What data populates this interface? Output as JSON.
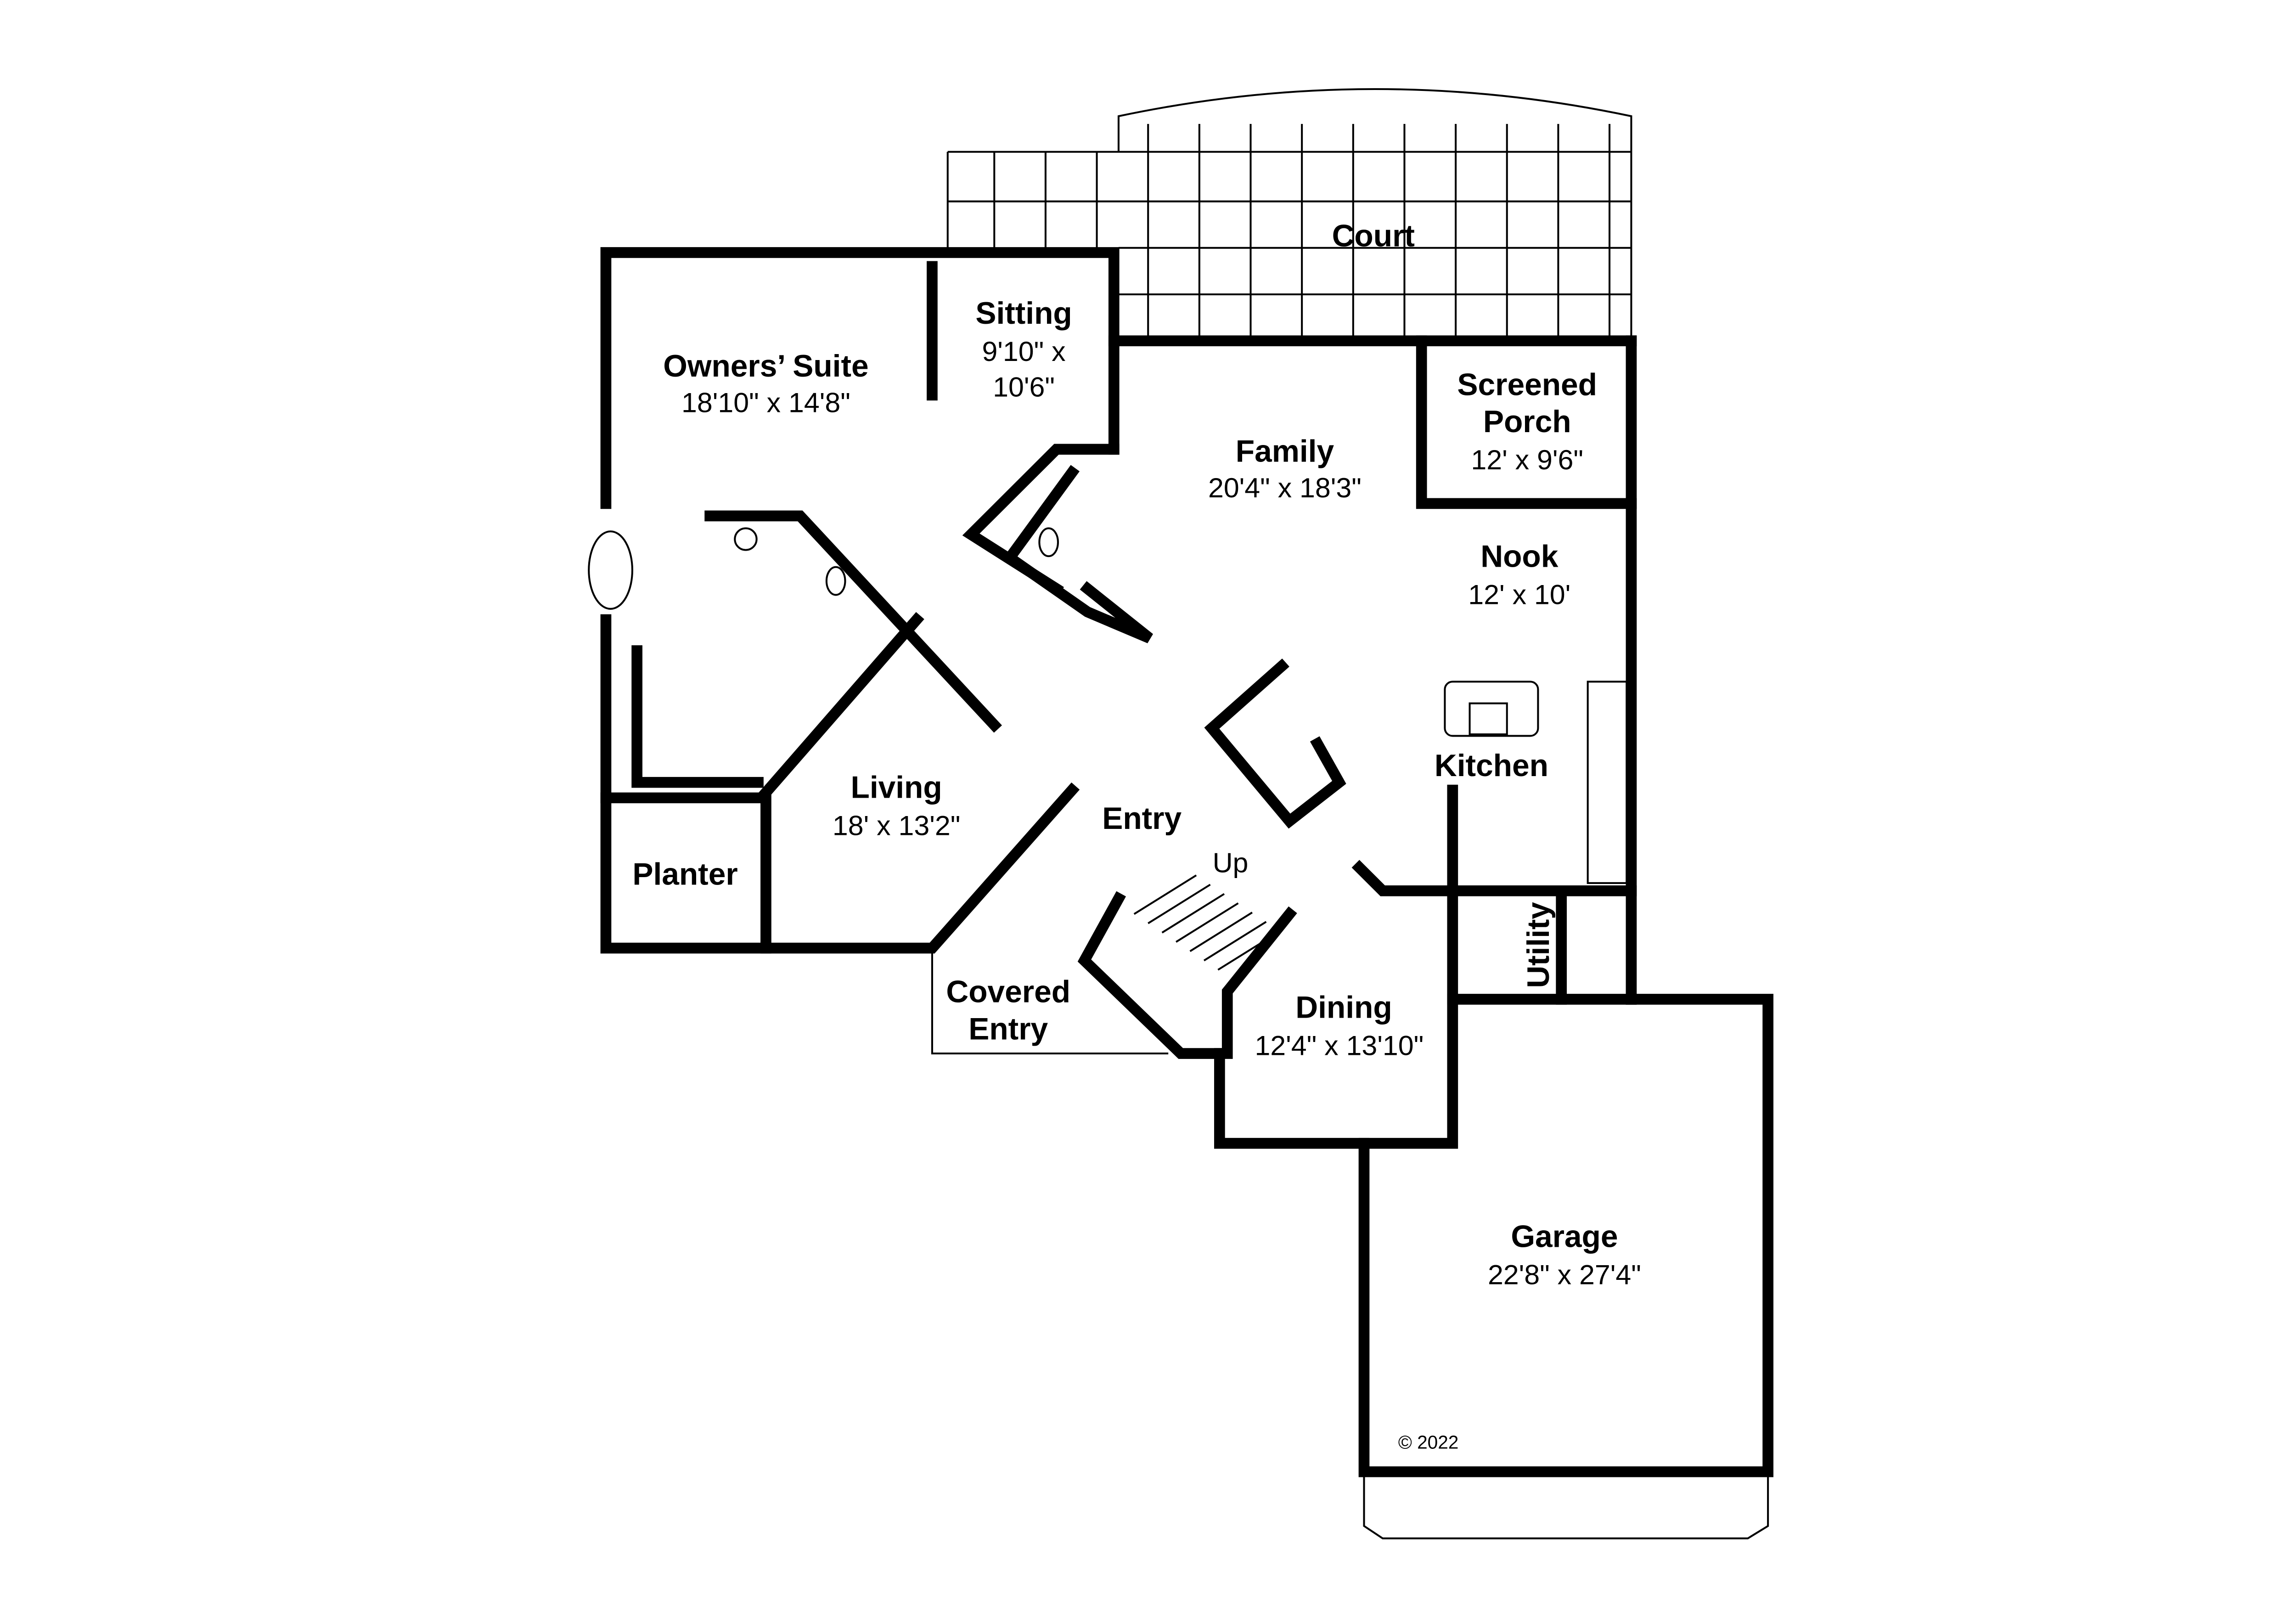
{
  "plan": {
    "rooms": {
      "court": {
        "name": "Court"
      },
      "owners_suite": {
        "name": "Owners’ Suite",
        "size": "18'10\" x 14'8\""
      },
      "sitting": {
        "name": "Sitting",
        "size_line1": "9'10\" x",
        "size_line2": "10'6\""
      },
      "family": {
        "name": "Family",
        "size": "20'4\" x 18'3\""
      },
      "screened_porch": {
        "name_line1": "Screened",
        "name_line2": "Porch",
        "size": "12' x 9'6\""
      },
      "nook": {
        "name": "Nook",
        "size": "12' x 10'"
      },
      "kitchen": {
        "name": "Kitchen"
      },
      "living": {
        "name": "Living",
        "size": "18' x 13'2\""
      },
      "entry": {
        "name": "Entry"
      },
      "stairs": {
        "label": "Up"
      },
      "planter": {
        "name": "Planter"
      },
      "covered_entry": {
        "name_line1": "Covered",
        "name_line2": "Entry"
      },
      "dining": {
        "name": "Dining",
        "size": "12'4\" x 13'10\""
      },
      "utility": {
        "name": "Utility"
      },
      "garage": {
        "name": "Garage",
        "size": "22'8\" x 27'4\""
      }
    },
    "copyright": "© 2022"
  }
}
